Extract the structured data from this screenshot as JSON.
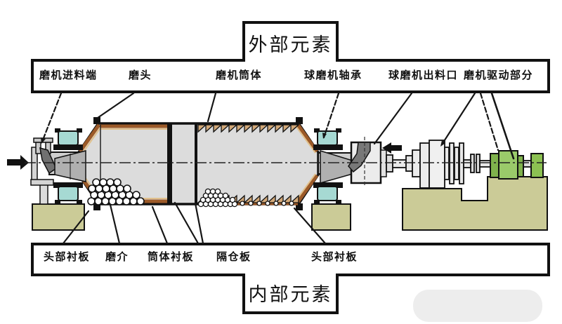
{
  "frames": {
    "top_title": "外部元素",
    "bottom_title": "内部元素"
  },
  "labels": {
    "top": [
      {
        "text": "磨机进料端"
      },
      {
        "text": "磨头"
      },
      {
        "text": "磨机筒体"
      },
      {
        "text": "球磨机轴承"
      },
      {
        "text": "球磨机出料口"
      },
      {
        "text": "磨机驱动部分"
      }
    ],
    "bottom": [
      {
        "text": "头部衬板"
      },
      {
        "text": "磨介"
      },
      {
        "text": "筒体衬板"
      },
      {
        "text": "隔仓板"
      },
      {
        "text": "头部衬板"
      }
    ]
  },
  "icons": {
    "feed_direction_arrow": "points-right-into-mill-inlet",
    "discharge_direction_arrow": "points-left-at-outlet"
  },
  "colors": {
    "line_black": "#111111",
    "shell_interior_gray": "#DCDCDC",
    "liner_brown": "#9C5A28",
    "liner_tan": "#D2A878",
    "bearing_cyan": "#A6D9D3",
    "pedestal_khaki": "#CBCB97",
    "motor_green": "#8CC152",
    "metal_gray": "#B3B3B3"
  }
}
